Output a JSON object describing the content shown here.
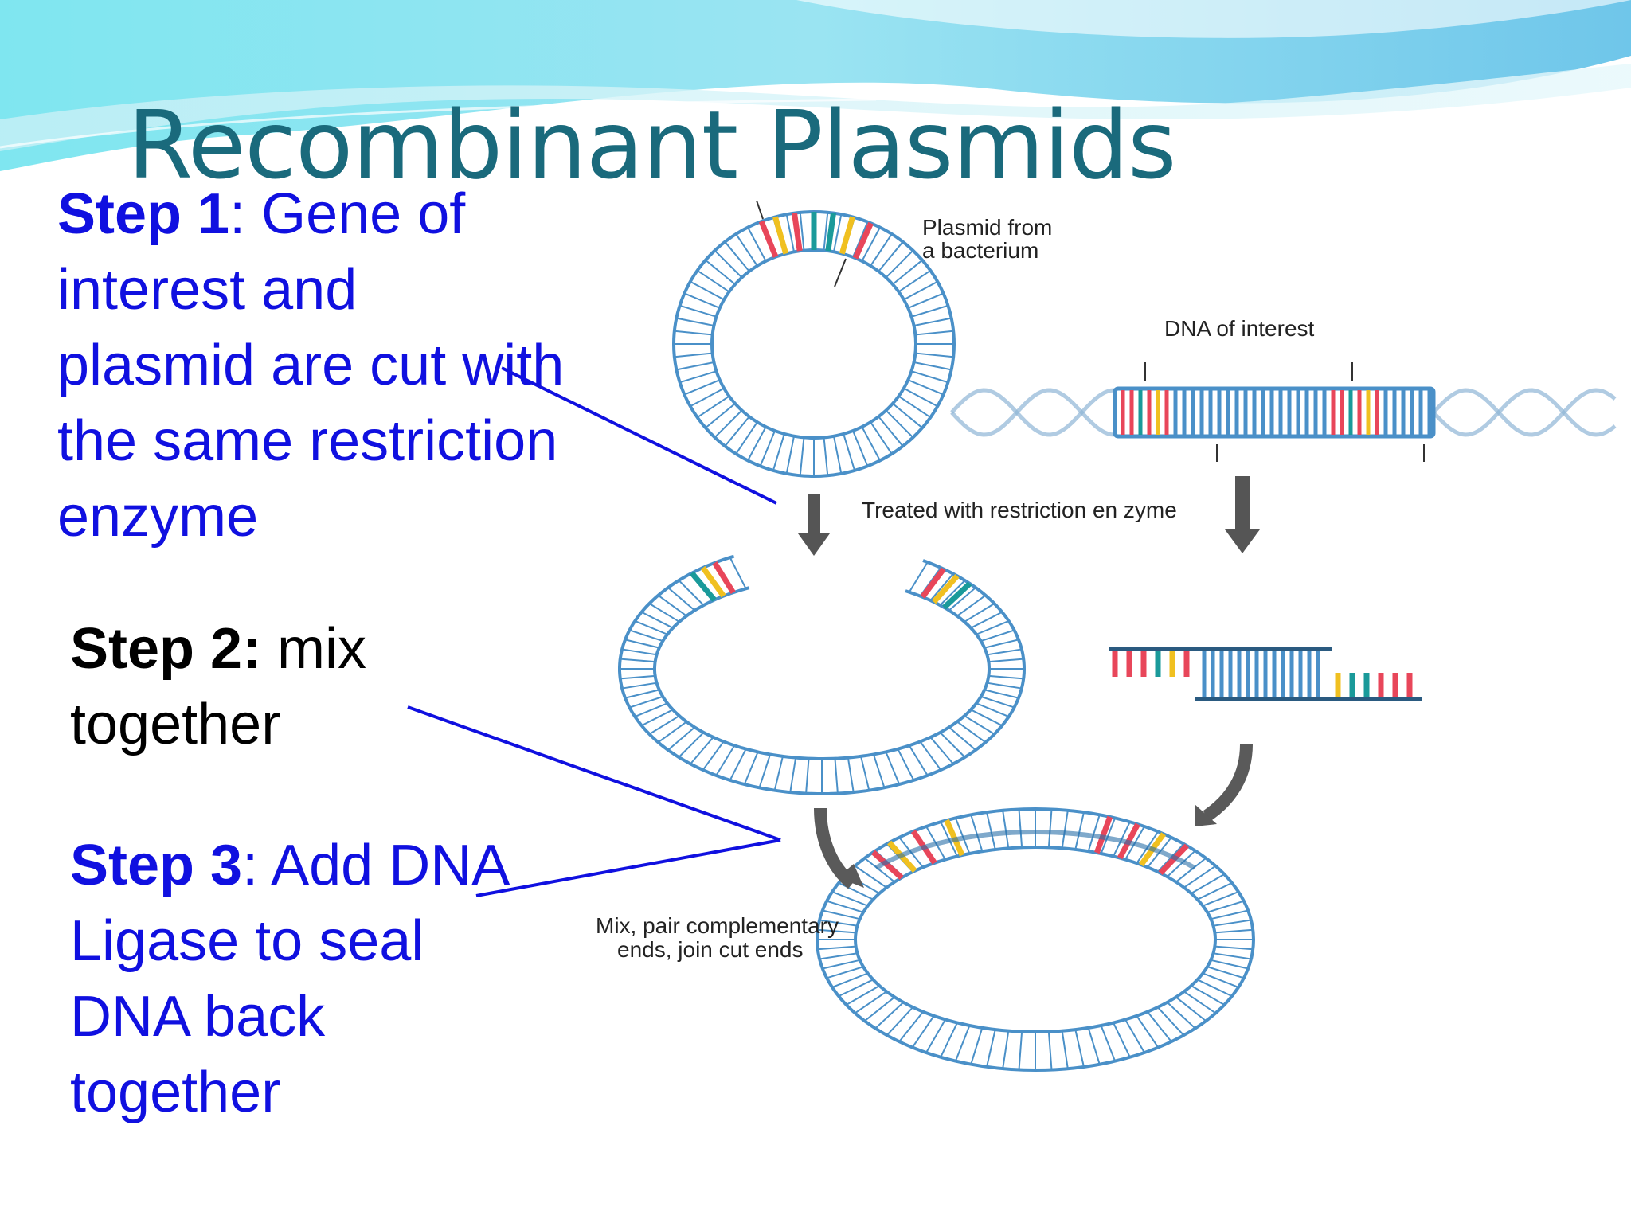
{
  "slide": {
    "title": "Recombinant Plasmids",
    "step1": {
      "label": "Step 1",
      "text": ":  Gene of interest and plasmid are cut with the same restriction enzyme"
    },
    "step2": {
      "label": "Step 2:",
      "text": "  mix together"
    },
    "step3": {
      "label": "Step 3",
      "text": ":  Add DNA Ligase to seal DNA back together"
    }
  },
  "diagram": {
    "plasmid_label_1": "Plasmid from",
    "plasmid_label_2": "a bacterium",
    "dna_label": "DNA of interest",
    "treated_label": "Treated with restriction en zyme",
    "mix_label_1": "Mix, pair complementary",
    "mix_label_2": "ends, join cut ends"
  },
  "colors": {
    "title": "#1a6a7c",
    "step_text": "#1010e0",
    "connector_line": "#1010e0",
    "dna_strand": "#4a90c8",
    "base_red": "#e8465a",
    "base_yellow": "#f0c020",
    "base_teal": "#1a9a9a"
  }
}
